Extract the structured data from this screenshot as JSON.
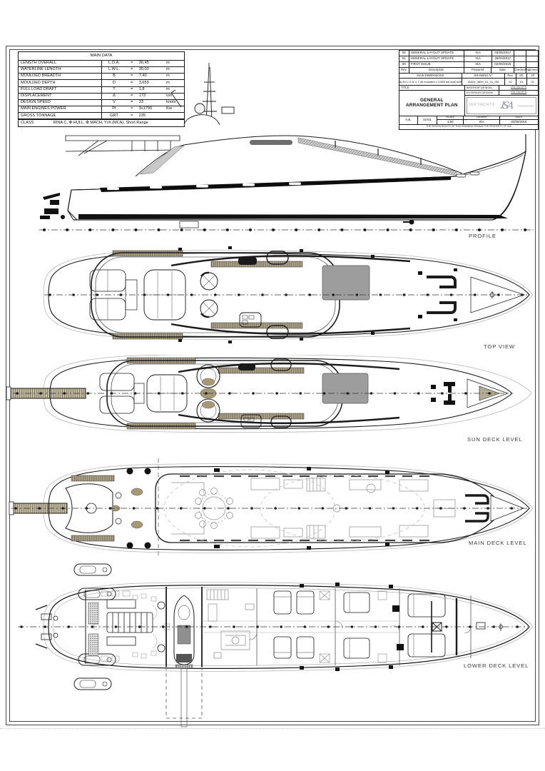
{
  "main_data": {
    "title": "MAIN DATA",
    "rows": [
      {
        "label": "LENGTH OVERALL",
        "sym": "L.O.A.",
        "eq": "=",
        "value": "36,45",
        "unit": "m"
      },
      {
        "label": "WATERLINE LENGTH",
        "sym": "L.W.L.",
        "eq": "=",
        "value": "30,00",
        "unit": "m"
      },
      {
        "label": "MOULDED BREADTH",
        "sym": "B",
        "eq": "=",
        "value": "7,40",
        "unit": "m"
      },
      {
        "label": "MOULDED DEPTH",
        "sym": "D",
        "eq": "=",
        "value": "3,659",
        "unit": "m"
      },
      {
        "label": "FULL LOAD DRAFT",
        "sym": "T",
        "eq": "=",
        "value": "1,8",
        "unit": "m"
      },
      {
        "label": "DISPLACEMENT",
        "sym": "Δ",
        "eq": "=",
        "value": "173",
        "unit": "ton"
      },
      {
        "label": "DESIGN SPEED",
        "sym": "V",
        "eq": "=",
        "value": "33",
        "unit": "knots"
      },
      {
        "label": "MAIN ENGINES POWER",
        "sym": "Pt",
        "eq": "=",
        "value": "3x1790",
        "unit": "Kw"
      },
      {
        "label": "GROSS TONNAGE",
        "sym": "GRT",
        "eq": "=",
        "value": "235",
        "unit": ""
      }
    ],
    "class_label": "CLASS",
    "class_value": "RINA C, ✠ HULL, ✠ MACH, Ych (MCA), Short Range"
  },
  "title_block": {
    "revisions": [
      {
        "rev": "02",
        "desc": "GENERAL LAYOUT UPDATE",
        "prepared": "ISA",
        "date": "03/05/2017",
        "checked": "",
        "approved": ""
      },
      {
        "rev": "01",
        "desc": "GENERAL LAYOUT UPDATE",
        "prepared": "ISA",
        "date": "28/04/2017",
        "checked": "",
        "approved": ""
      },
      {
        "rev": "00",
        "desc": "FIRST ISSUE",
        "prepared": "ISA",
        "date": "02/06/2015",
        "checked": "",
        "approved": ""
      }
    ],
    "headers": {
      "rev": "Rev.",
      "description": "Description",
      "prepared": "Prepared",
      "date": "Date",
      "checked": "Checked",
      "approved": "Approved"
    },
    "main_dimensions": {
      "label": "MAIN DIMENSIONS",
      "value": "36,45 L.O.A. x 7,40 moulded x 3,659 full load draft"
    },
    "drawing": {
      "label": "DRAWING N°",
      "number": "ISA01_3800_01_01_GB",
      "rev_label": "Rev.",
      "rev": "02",
      "sh_label": "Sh.",
      "sh": "01",
      "of_label": "Of",
      "of": "01"
    },
    "title_label": "TITLE",
    "title": "GENERAL ARRANGEMENT PLAN",
    "interior": {
      "label": "INTERIOR DESIGN",
      "value": "ISA YACHTS"
    },
    "exterior": {
      "label": "EXTERIOR DESIGN",
      "value": "ISA YACHTS"
    },
    "logo": {
      "name": "ISA YACHTS",
      "monogram": "ISA"
    },
    "footer": {
      "initials": "A.B.",
      "code": "ISA01",
      "scale_label": "SCALE",
      "scale": "1:50",
      "drawn_label": "DRAWN",
      "drawn": "ISA",
      "date_label": "DATE",
      "date": "02/06/2015"
    },
    "copyright": "THE DESIGN RIGHTS OF THIS DRAWING REMAIN THE PROPERTY OF ISA"
  },
  "views": {
    "profile": "PROFILE",
    "top": "TOP VIEW",
    "sun": "SUN DECK LEVEL",
    "main": "MAIN DECK LEVEL",
    "lower": "LOWER DECK LEVEL"
  },
  "colors": {
    "deck_teak": "#b9b09a",
    "plank_line": "#a2987e",
    "hatch_gray": "#9d9d9d",
    "cushion_tan": "#a69a76",
    "glazing_gray": "#c9c9c9",
    "line": "#1a1a1a"
  }
}
